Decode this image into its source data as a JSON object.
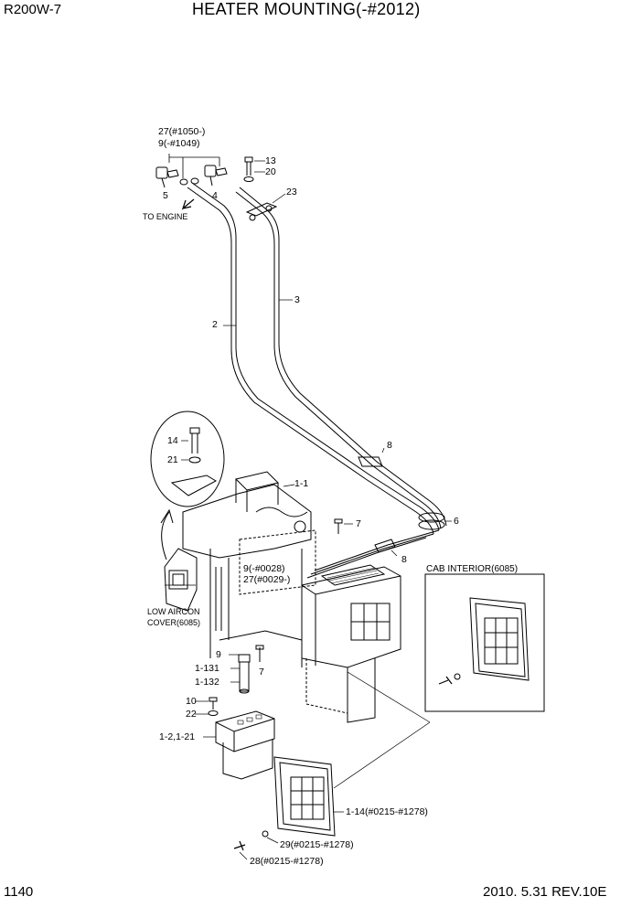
{
  "header": {
    "model": "R200W-7",
    "title": "HEATER MOUNTING(-#2012)"
  },
  "footer": {
    "page_number": "1140",
    "date_rev": "2010. 5.31  REV.10E"
  },
  "callouts": [
    {
      "id": "c27a",
      "text": "27(#1050-)"
    },
    {
      "id": "c9a",
      "text": "9(-#1049)"
    },
    {
      "id": "c13",
      "text": "13"
    },
    {
      "id": "c20",
      "text": "20"
    },
    {
      "id": "c23",
      "text": "23"
    },
    {
      "id": "c5",
      "text": "5"
    },
    {
      "id": "c4",
      "text": "4"
    },
    {
      "id": "cEngine",
      "text": "TO ENGINE"
    },
    {
      "id": "c3",
      "text": "3"
    },
    {
      "id": "c2",
      "text": "2"
    },
    {
      "id": "c8a",
      "text": "8"
    },
    {
      "id": "c14",
      "text": "14"
    },
    {
      "id": "c21",
      "text": "21"
    },
    {
      "id": "c1_1",
      "text": "1-1"
    },
    {
      "id": "c6",
      "text": "6"
    },
    {
      "id": "c7a",
      "text": "7"
    },
    {
      "id": "c8b",
      "text": "8"
    },
    {
      "id": "c9b",
      "text": "9(-#0028)"
    },
    {
      "id": "c27b",
      "text": "27(#0029-)"
    },
    {
      "id": "cCab",
      "text": "CAB INTERIOR(6085)"
    },
    {
      "id": "cLow1",
      "text": "LOW AIRCON"
    },
    {
      "id": "cLow2",
      "text": "COVER(6085)"
    },
    {
      "id": "c9c",
      "text": "9"
    },
    {
      "id": "c1_131",
      "text": "1-131"
    },
    {
      "id": "c1_132",
      "text": "1-132"
    },
    {
      "id": "c7b",
      "text": "7"
    },
    {
      "id": "c10",
      "text": "10"
    },
    {
      "id": "c22",
      "text": "22"
    },
    {
      "id": "c1_2",
      "text": "1-2,1-21"
    },
    {
      "id": "c1_14",
      "text": "1-14(#0215-#1278)"
    },
    {
      "id": "c29",
      "text": "29(#0215-#1278)"
    },
    {
      "id": "c28",
      "text": "28(#0215-#1278)"
    }
  ]
}
